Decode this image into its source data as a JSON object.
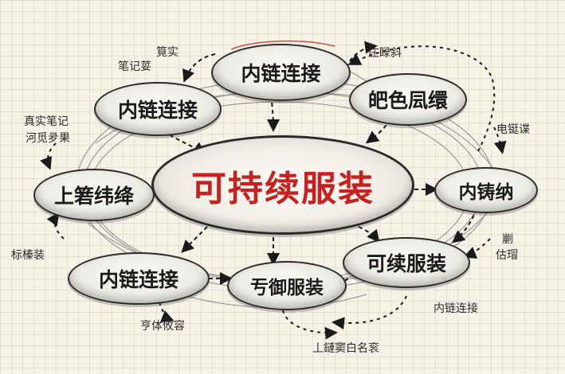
{
  "center": "可持续服装",
  "nodes": {
    "top": "内链连接",
    "upper_left": "内链连接",
    "upper_right": "皅色凨缳",
    "left": "上箬纬绛",
    "right": "内铸纳",
    "lower_left": "内链连接",
    "bottom": "亐御服装",
    "lower_right": "可续服装"
  },
  "labels": {
    "top_left_1": "筧实",
    "top_left_2": "笔记荽",
    "top_right": "庄睩斜",
    "left_1": "真实笔记",
    "left_2": "河觅夛果",
    "right": "电铤谍",
    "left_lower": "标榛装",
    "right_lower_1": "剻",
    "right_lower_2": "估瑁",
    "bottom_left": "亨体攸容",
    "bottom_right": "内链连接",
    "bottom_center": "丄鏈窦白名衮"
  }
}
